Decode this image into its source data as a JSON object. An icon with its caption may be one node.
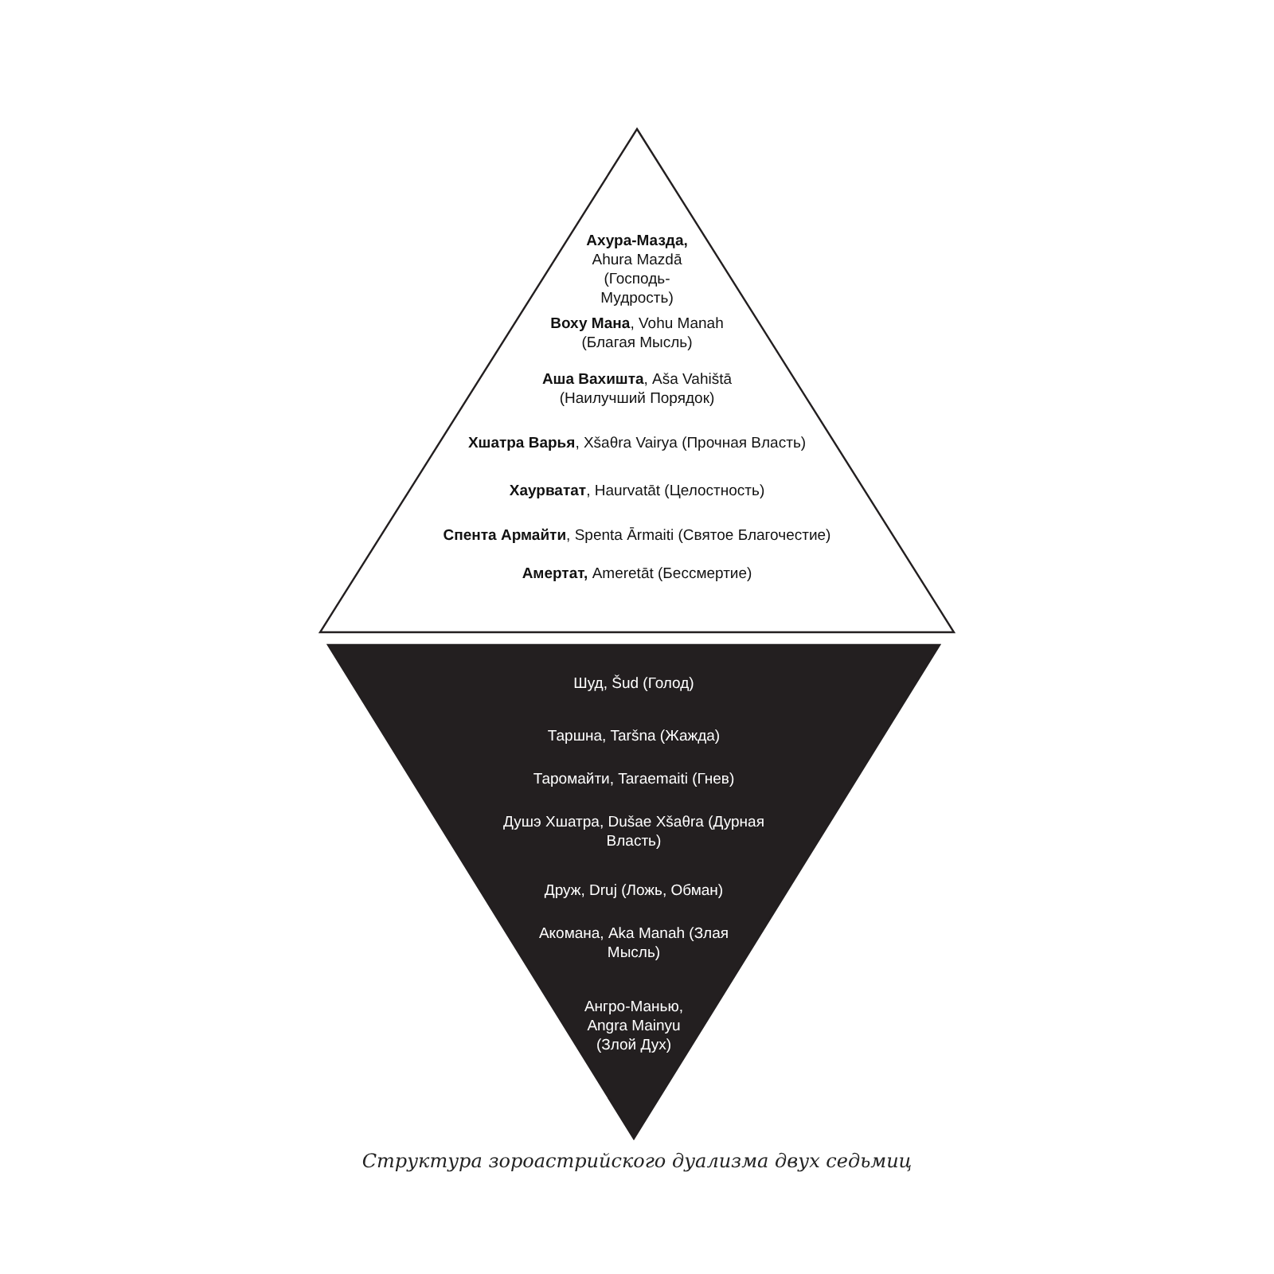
{
  "diagram": {
    "caption": "Структура зороастрийского дуализма двух седьмиц",
    "nodes": [
      {
        "text": [
          "**Ахура-Мазда,** Ahura Mazdā (Господь-Мудрость)",
          "**Воху Мана**, Vohu Manah (Благая Мысль)",
          "**Аша Вахишта**, Aša Vahištā (Наилучший Порядок)",
          "**Хшатра Варья**, Xšaθra Vairya (Прочная Власть)",
          "**Хаурватат**, Haurvatāt (Целостность)",
          "**Спента Армайти**, Spenta Ārmaiti (Святое Благочестие)",
          "**Амертат,** Ameretāt (Бессмертие)"
        ]
      },
      {
        "text": [
          "Шуд, Šud (Голод)",
          "Таршна, Taršna (Жажда)",
          "Таромайти, Taraemaiti (Гнев)",
          "Душэ Хшатра, Dušae Xšaθra (Дурная Власть)",
          "Друж, Druj (Ложь, Обман)",
          "Акомана, Aka Manah (Злая Мысль)",
          "Ангро-Манью, Angra Mainyu (Злой Дух)"
        ]
      }
    ]
  }
}
